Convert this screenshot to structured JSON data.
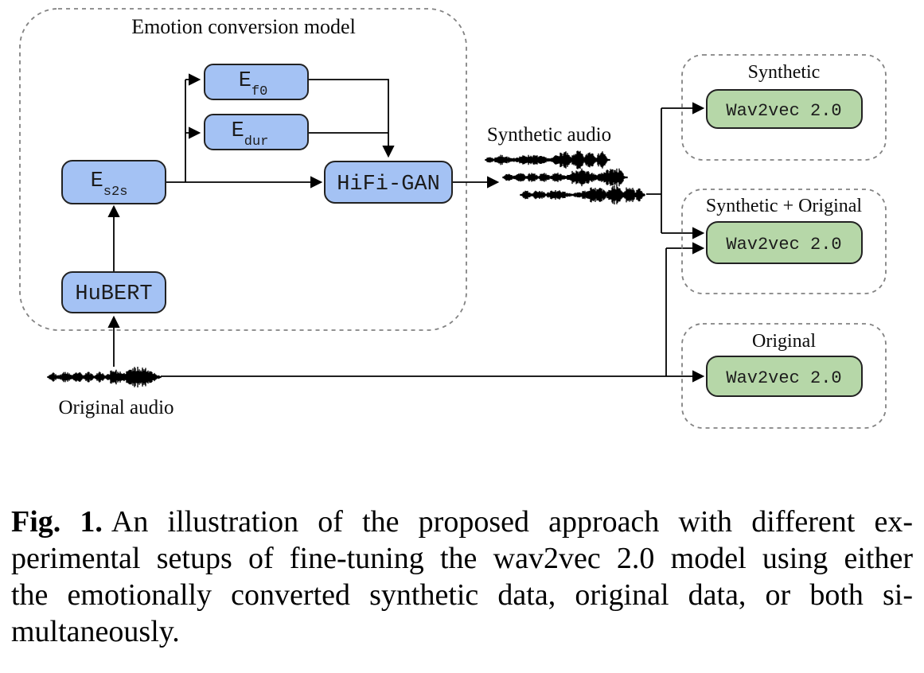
{
  "figure": {
    "emotion_model": {
      "title": "Emotion conversion model",
      "nodes": {
        "ef0": {
          "main": "E",
          "sub": "f0"
        },
        "edur": {
          "main": "E",
          "sub": "dur"
        },
        "es2s": {
          "main": "E",
          "sub": "s2s"
        },
        "hifigan": {
          "label": "HiFi-GAN"
        },
        "hubert": {
          "label": "HuBERT"
        }
      }
    },
    "labels": {
      "synthetic_audio": "Synthetic audio",
      "original_audio": "Original audio"
    },
    "setups": [
      {
        "title": "Synthetic",
        "model": "Wav2vec 2.0"
      },
      {
        "title": "Synthetic + Original",
        "model": "Wav2vec 2.0"
      },
      {
        "title": "Original",
        "model": "Wav2vec 2.0"
      }
    ],
    "colors": {
      "encoder_fill": "#a4c2f4",
      "wav2vec_fill": "#b6d7a8",
      "line": "#000000",
      "container_stroke": "#828282"
    }
  },
  "caption": {
    "tag": "Fig. 1.",
    "lines": [
      "An illustration of the proposed approach with different ex-",
      "perimental setups of fine-tuning the wav2vec 2.0 model using either",
      "the emotionally converted synthetic data, original data, or both si-",
      "multaneously."
    ]
  }
}
